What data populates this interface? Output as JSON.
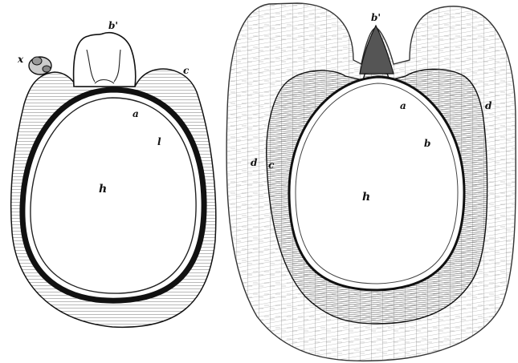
{
  "figures": [
    {
      "id": "left",
      "labels": {
        "x": "x",
        "b_prime": "b'",
        "c": "c",
        "a": "a",
        "l": "l",
        "h": "h"
      }
    },
    {
      "id": "right",
      "labels": {
        "b_prime": "b'",
        "a": "a",
        "d_right": "d",
        "b": "b",
        "d_left": "d",
        "c": "c",
        "h": "h"
      }
    }
  ],
  "colors": {
    "ink": "#111111",
    "paper": "#ffffff",
    "hatch": "#555555"
  }
}
